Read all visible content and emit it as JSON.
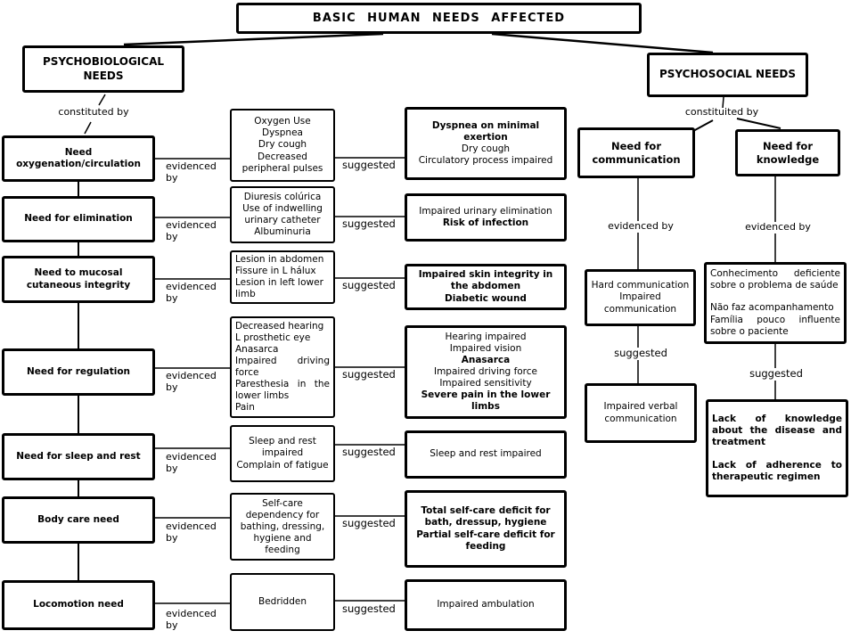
{
  "title": "BASIC HUMAN NEEDS AFFECTED",
  "connector_labels": {
    "left_constituted": "constituted by",
    "right_constituted": "constituited by",
    "evidenced_by": "evidenced by",
    "suggested": "suggested"
  },
  "psychobiological": {
    "header": "PSYCHOBIOLOGICAL NEEDS",
    "rows": [
      {
        "need": "Need oxygenation/circulation",
        "evidence": [
          "Oxygen Use",
          "Dyspnea",
          "Dry cough",
          "Decreased peripheral pulses"
        ],
        "diagnosis": [
          "Dyspnea on minimal exertion",
          "Dry cough",
          "Circulatory process impaired"
        ]
      },
      {
        "need": "Need for elimination",
        "evidence": [
          "Diuresis colúrica",
          "Use of indwelling urinary catheter",
          "Albuminuria"
        ],
        "diagnosis": [
          "Impaired urinary elimination",
          "Risk of infection"
        ]
      },
      {
        "need": "Need to mucosal cutaneous integrity",
        "evidence": [
          "Lesion in abdomen",
          "Fissure in L hálux",
          "Lesion in left lower limb"
        ],
        "diagnosis": [
          "Impaired skin integrity in the abdomen",
          "Diabetic wound"
        ]
      },
      {
        "need": "Need for regulation",
        "evidence": [
          "Decreased hearing",
          "L prosthetic eye",
          "Anasarca",
          "Impaired driving force",
          "Paresthesia in the lower limbs",
          "Pain"
        ],
        "diagnosis": [
          "Hearing impaired",
          "Impaired vision",
          "Anasarca",
          "Impaired driving force",
          "Impaired sensitivity",
          "Severe pain in the lower limbs"
        ]
      },
      {
        "need": "Need for sleep and rest",
        "evidence": [
          "Sleep and rest impaired",
          "Complain of fatigue"
        ],
        "diagnosis": [
          "Sleep and rest impaired"
        ]
      },
      {
        "need": "Body care need",
        "evidence": [
          "Self-care dependency for bathing, dressing, hygiene and feeding"
        ],
        "diagnosis": [
          "Total self-care deficit for bath, dressup, hygiene",
          "Partial self-care deficit for feeding"
        ]
      },
      {
        "need": "Locomotion need",
        "evidence": [
          "Bedridden"
        ],
        "diagnosis": [
          "Impaired ambulation"
        ]
      }
    ]
  },
  "psychosocial": {
    "header": "PSYCHOSOCIAL NEEDS",
    "branches": [
      {
        "need": "Need for communication",
        "evidence": [
          "Hard communication",
          "Impaired communication"
        ],
        "diagnosis": [
          "Impaired verbal communication"
        ]
      },
      {
        "need": "Need for knowledge",
        "evidence": [
          "Conhecimento deficiente sobre o problema de saúde",
          "Não faz acompanhamento",
          "Família pouco influente sobre o paciente"
        ],
        "diagnosis": [
          "Lack of knowledge about the disease and treatment",
          "Lack of adherence to therapeutic regimen"
        ]
      }
    ]
  },
  "colors": {
    "ink": "#000000",
    "background": "#ffffff"
  }
}
